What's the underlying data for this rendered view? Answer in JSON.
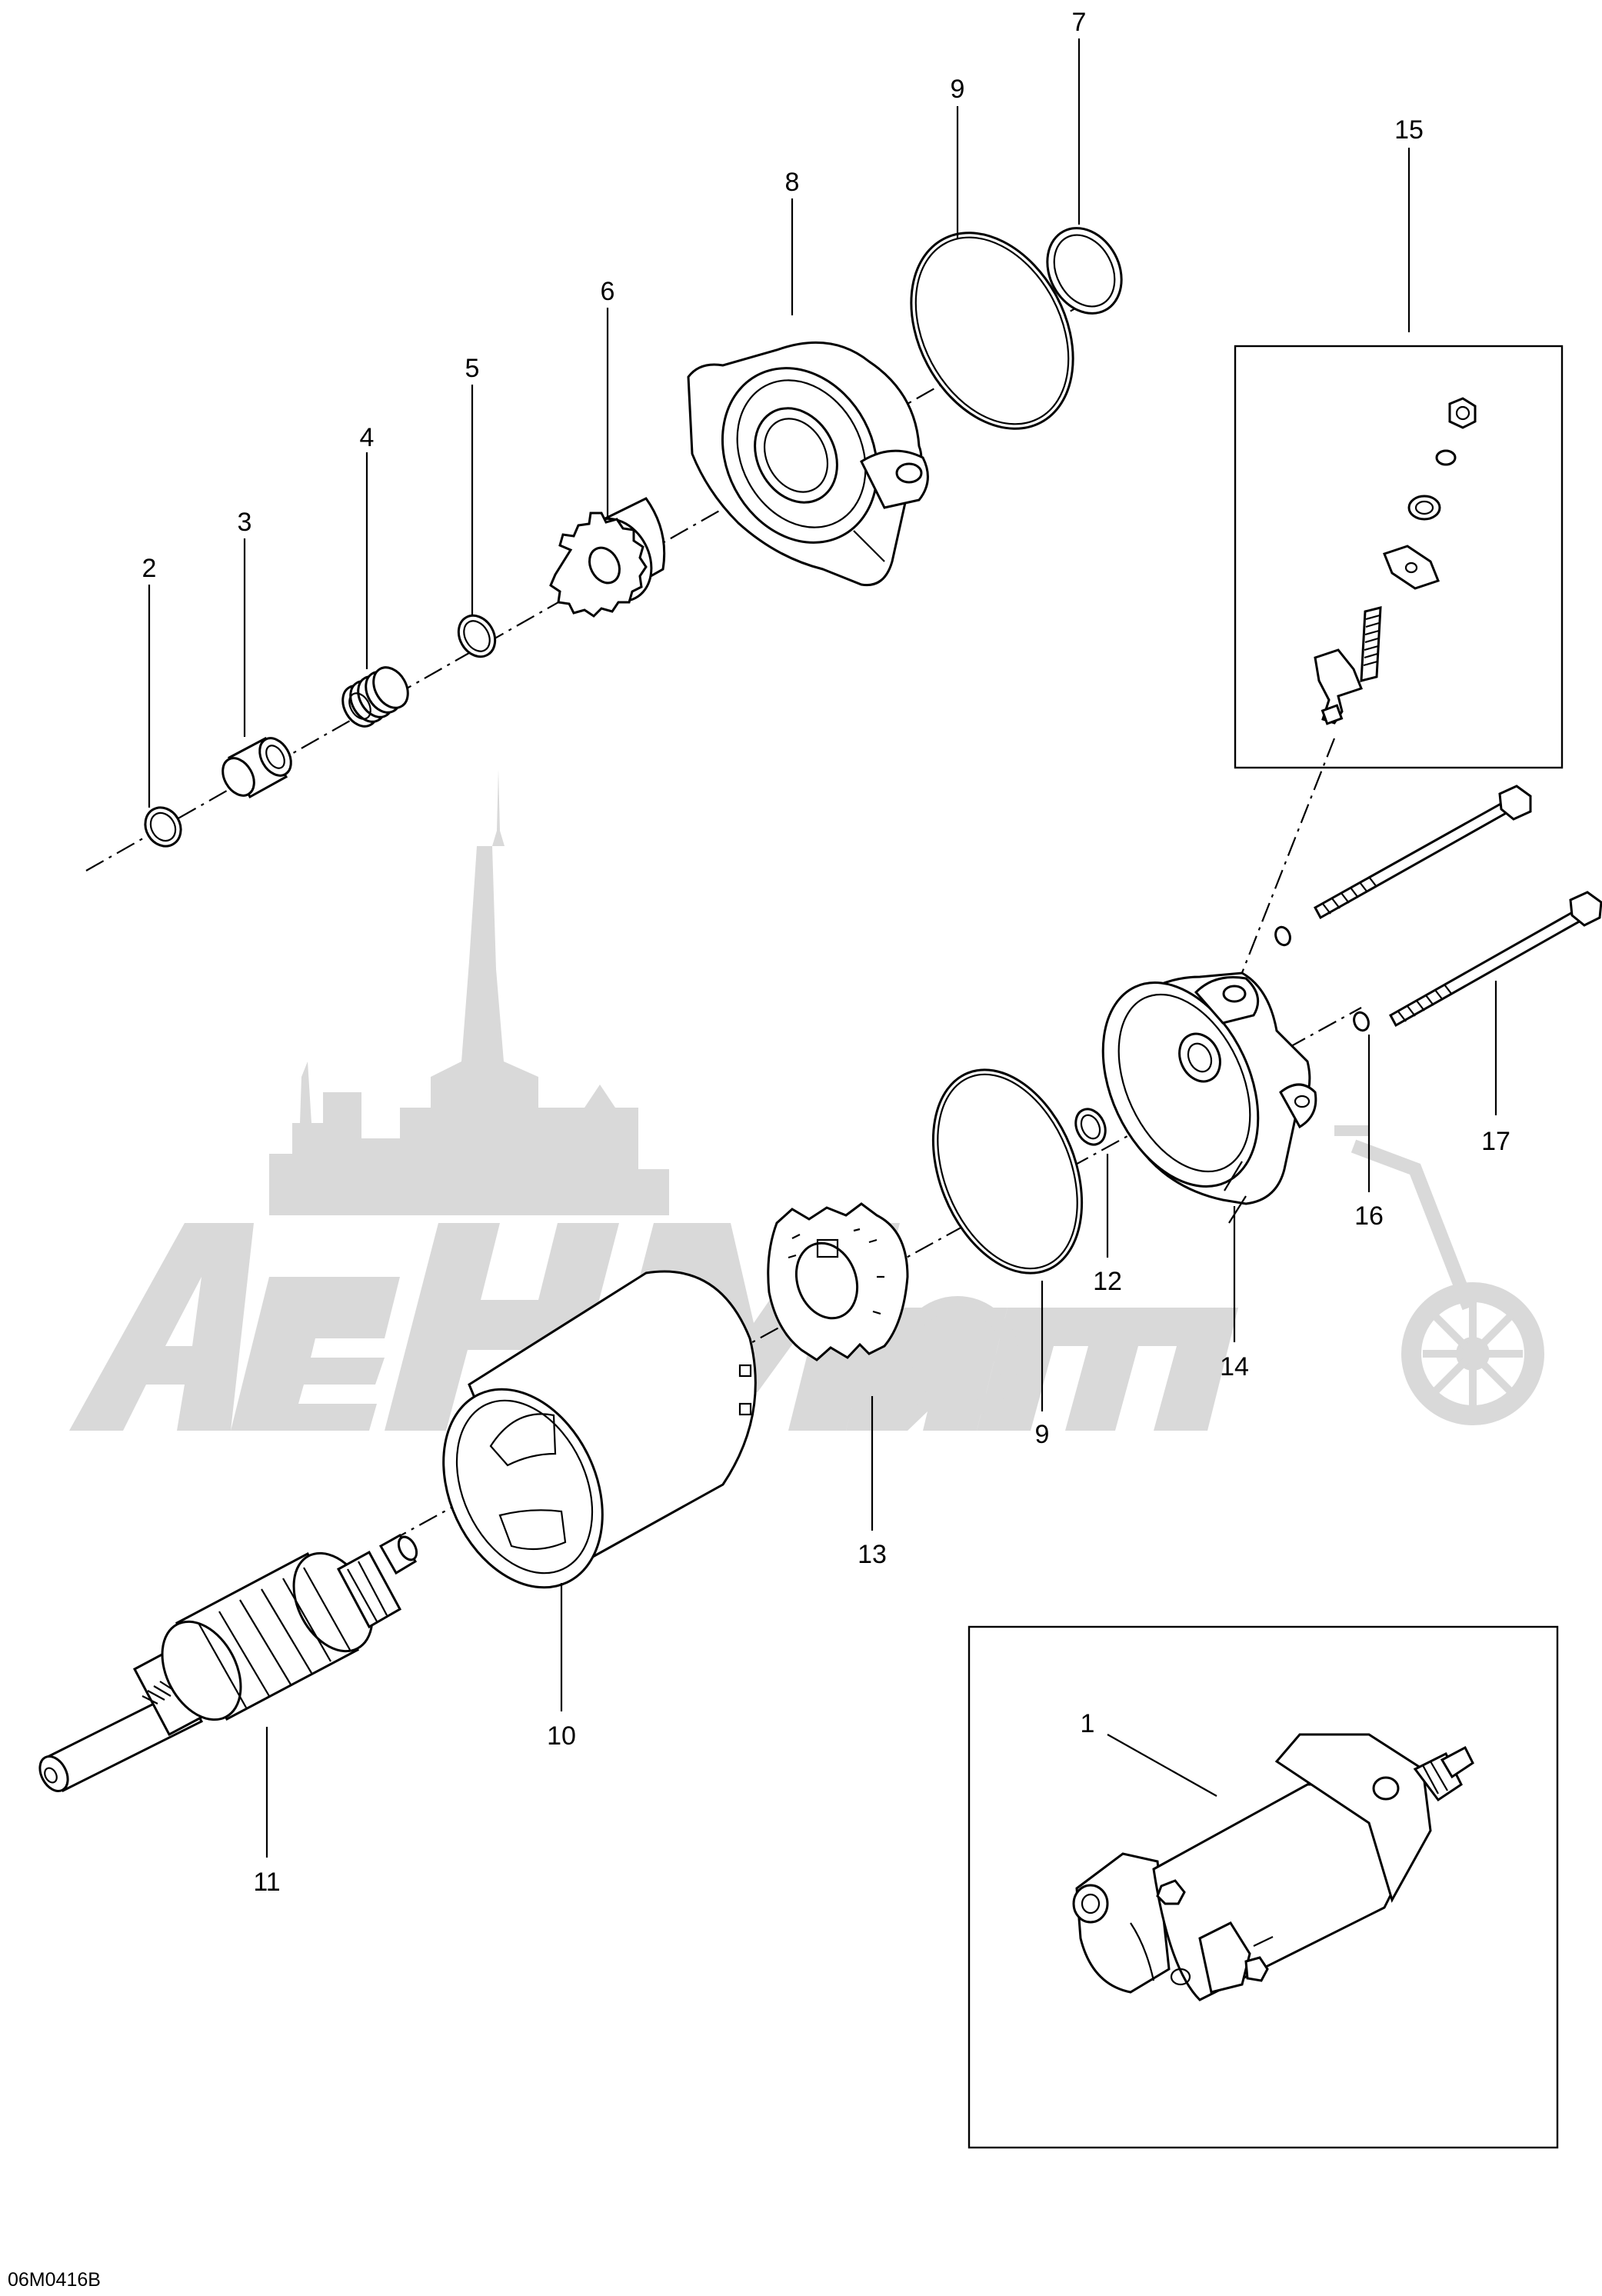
{
  "diagram": {
    "document_code": "06M0416B",
    "watermark_text": "AeHMam",
    "callouts": [
      {
        "id": "1",
        "label": "1"
      },
      {
        "id": "2",
        "label": "2"
      },
      {
        "id": "3",
        "label": "3"
      },
      {
        "id": "4",
        "label": "4"
      },
      {
        "id": "5",
        "label": "5"
      },
      {
        "id": "6",
        "label": "6"
      },
      {
        "id": "7",
        "label": "7"
      },
      {
        "id": "8",
        "label": "8"
      },
      {
        "id": "9a",
        "label": "9"
      },
      {
        "id": "9b",
        "label": "9"
      },
      {
        "id": "10",
        "label": "10"
      },
      {
        "id": "11",
        "label": "11"
      },
      {
        "id": "12",
        "label": "12"
      },
      {
        "id": "13",
        "label": "13"
      },
      {
        "id": "14",
        "label": "14"
      },
      {
        "id": "15",
        "label": "15"
      },
      {
        "id": "16",
        "label": "16"
      },
      {
        "id": "17",
        "label": "17"
      }
    ]
  }
}
